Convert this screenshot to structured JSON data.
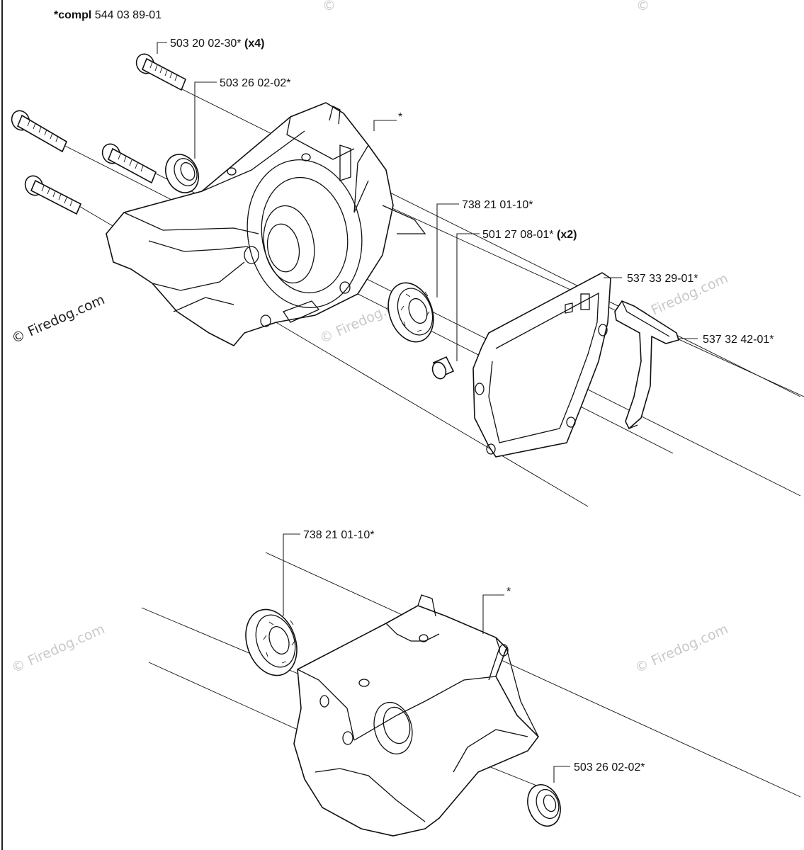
{
  "header": {
    "compl_prefix": "*compl",
    "compl_number": "544 03 89-01"
  },
  "parts": {
    "screw": {
      "number": "503 20 02-30*",
      "qty": "(x4)"
    },
    "seal_top": {
      "number": "503 26 02-02*"
    },
    "crankcase_top": {
      "number": "*"
    },
    "bearing_top": {
      "number": "738 21 01-10*"
    },
    "sleeve": {
      "number": "501 27 08-01*",
      "qty": "(x2)"
    },
    "gasket": {
      "number": "537 33 29-01*"
    },
    "guide": {
      "number": "537 32 42-01*"
    },
    "bearing_bottom": {
      "number": "738 21 01-10*"
    },
    "crankcase_bottom": {
      "number": "*"
    },
    "seal_bottom": {
      "number": "503 26 02-02*"
    }
  },
  "watermark": {
    "text": "Firedog.com",
    "symbol": "©"
  }
}
